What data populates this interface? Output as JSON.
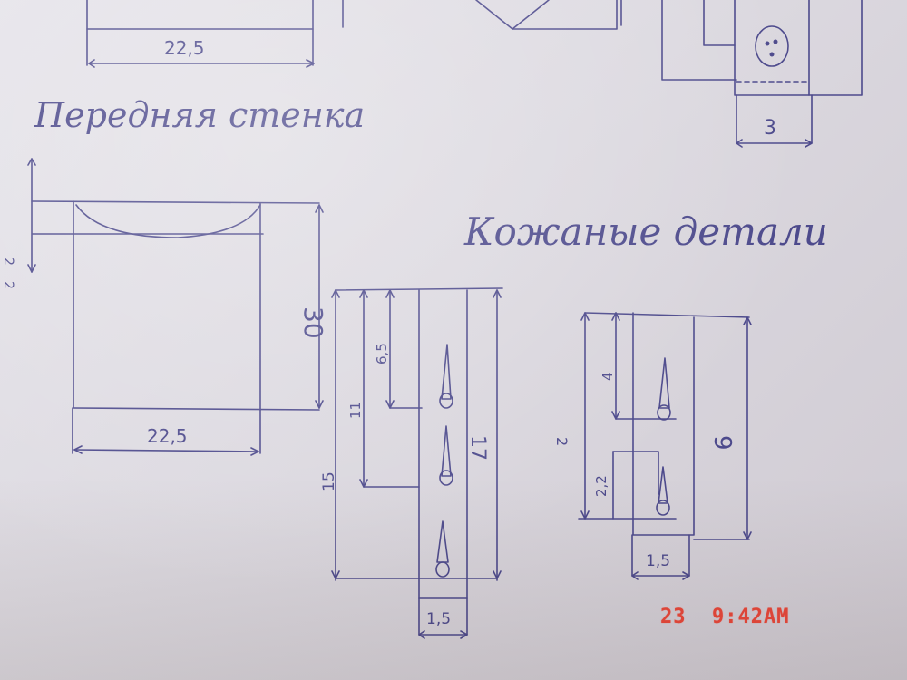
{
  "headings": {
    "front_wall": "Передняя стенка",
    "leather_parts": "Кожаные детали"
  },
  "dimensions": {
    "top_left_width": "22,5",
    "top_right_width": "3",
    "front_wall_height": "30",
    "front_wall_width": "22,5",
    "front_wall_offset_a": "2",
    "front_wall_offset_b": "2",
    "strap1_d1": "6,5",
    "strap1_d2": "11",
    "strap1_d3": "15",
    "strap1_d4": "17",
    "strap1_width": "1,5",
    "strap2_d1": "4",
    "strap2_d2": "2",
    "strap2_d3": "2,2",
    "strap2_d4": "9",
    "strap2_width": "1,5"
  },
  "timestamp": "23  9:42AM",
  "colors": {
    "ink": "#4d4a8c",
    "stamp": "#e8473a",
    "paper": "#e2dfe6"
  }
}
